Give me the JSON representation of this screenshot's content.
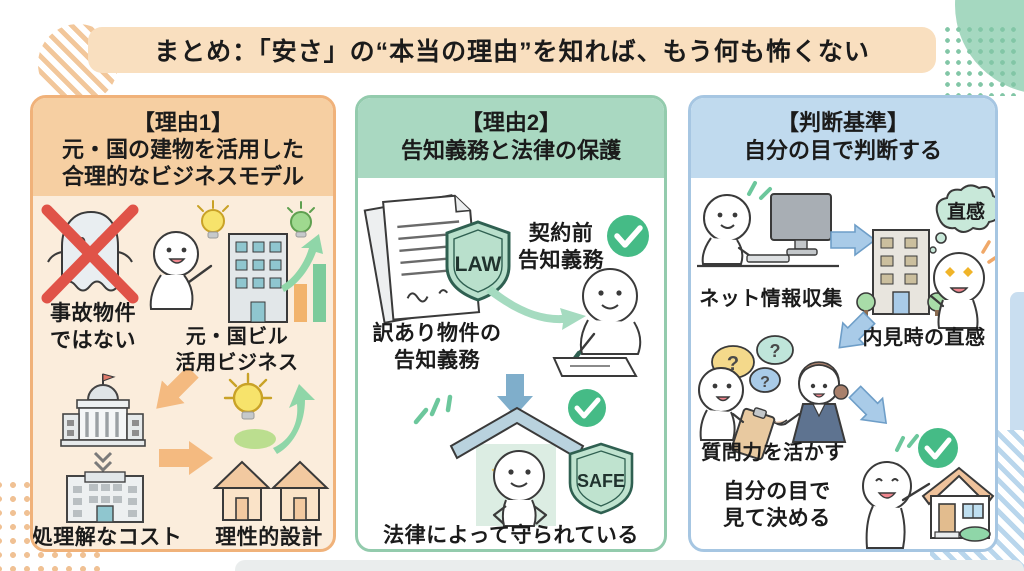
{
  "title": {
    "text": "まとめ：「安さ」の“本当の理由”を知れば、もう何も怖くない"
  },
  "panels": {
    "reason1": {
      "header": [
        "【理由1】",
        "元・国の建物を活用した",
        "合理的なビジネスモデル"
      ],
      "labels": {
        "not_accident_1": "事故物件",
        "not_accident_2": "ではない",
        "gov_building_1": "元・国ビル",
        "gov_building_2": "活用ビジネス",
        "cost": "処理解なコスト",
        "design": "理性的設計"
      }
    },
    "reason2": {
      "header": [
        "【理由2】",
        "告知義務と法律の保護"
      ],
      "labels": {
        "law_badge": "LAW",
        "pre_contract_1": "契約前",
        "pre_contract_2": "告知義務",
        "disclosure_1": "訳あり物件の",
        "disclosure_2": "告知義務",
        "safe_badge": "SAFE",
        "protected": "法律によって守られている"
      }
    },
    "criteria": {
      "header": [
        "【判断基準】",
        "自分の目で判断する"
      ],
      "labels": {
        "net_research": "ネット情報収集",
        "intuition": "直感",
        "viewing_intuition": "内見時の直感",
        "question_power": "質問力を活かす",
        "decide_1": "自分の目で",
        "decide_2": "見て決める",
        "question_mark": "?"
      }
    }
  },
  "colors": {
    "banner_bg": "#F9DFBF",
    "panel1_border": "#F0B27A",
    "panel1_header": "#F6CFA2",
    "panel1_body": "#FBEDDC",
    "panel2_border": "#93CBAD",
    "panel2_header": "#A9D8C1",
    "panel3_border": "#A6C6E2",
    "panel3_header": "#C0DAEE",
    "check_green": "#45BB86",
    "x_red": "#E05348",
    "arrow_orange": "#F4BA80",
    "arrow_blue": "#A9CBE8",
    "arrow_steel_blue": "#7FAECB",
    "shield_green": "#B9E0CC"
  }
}
